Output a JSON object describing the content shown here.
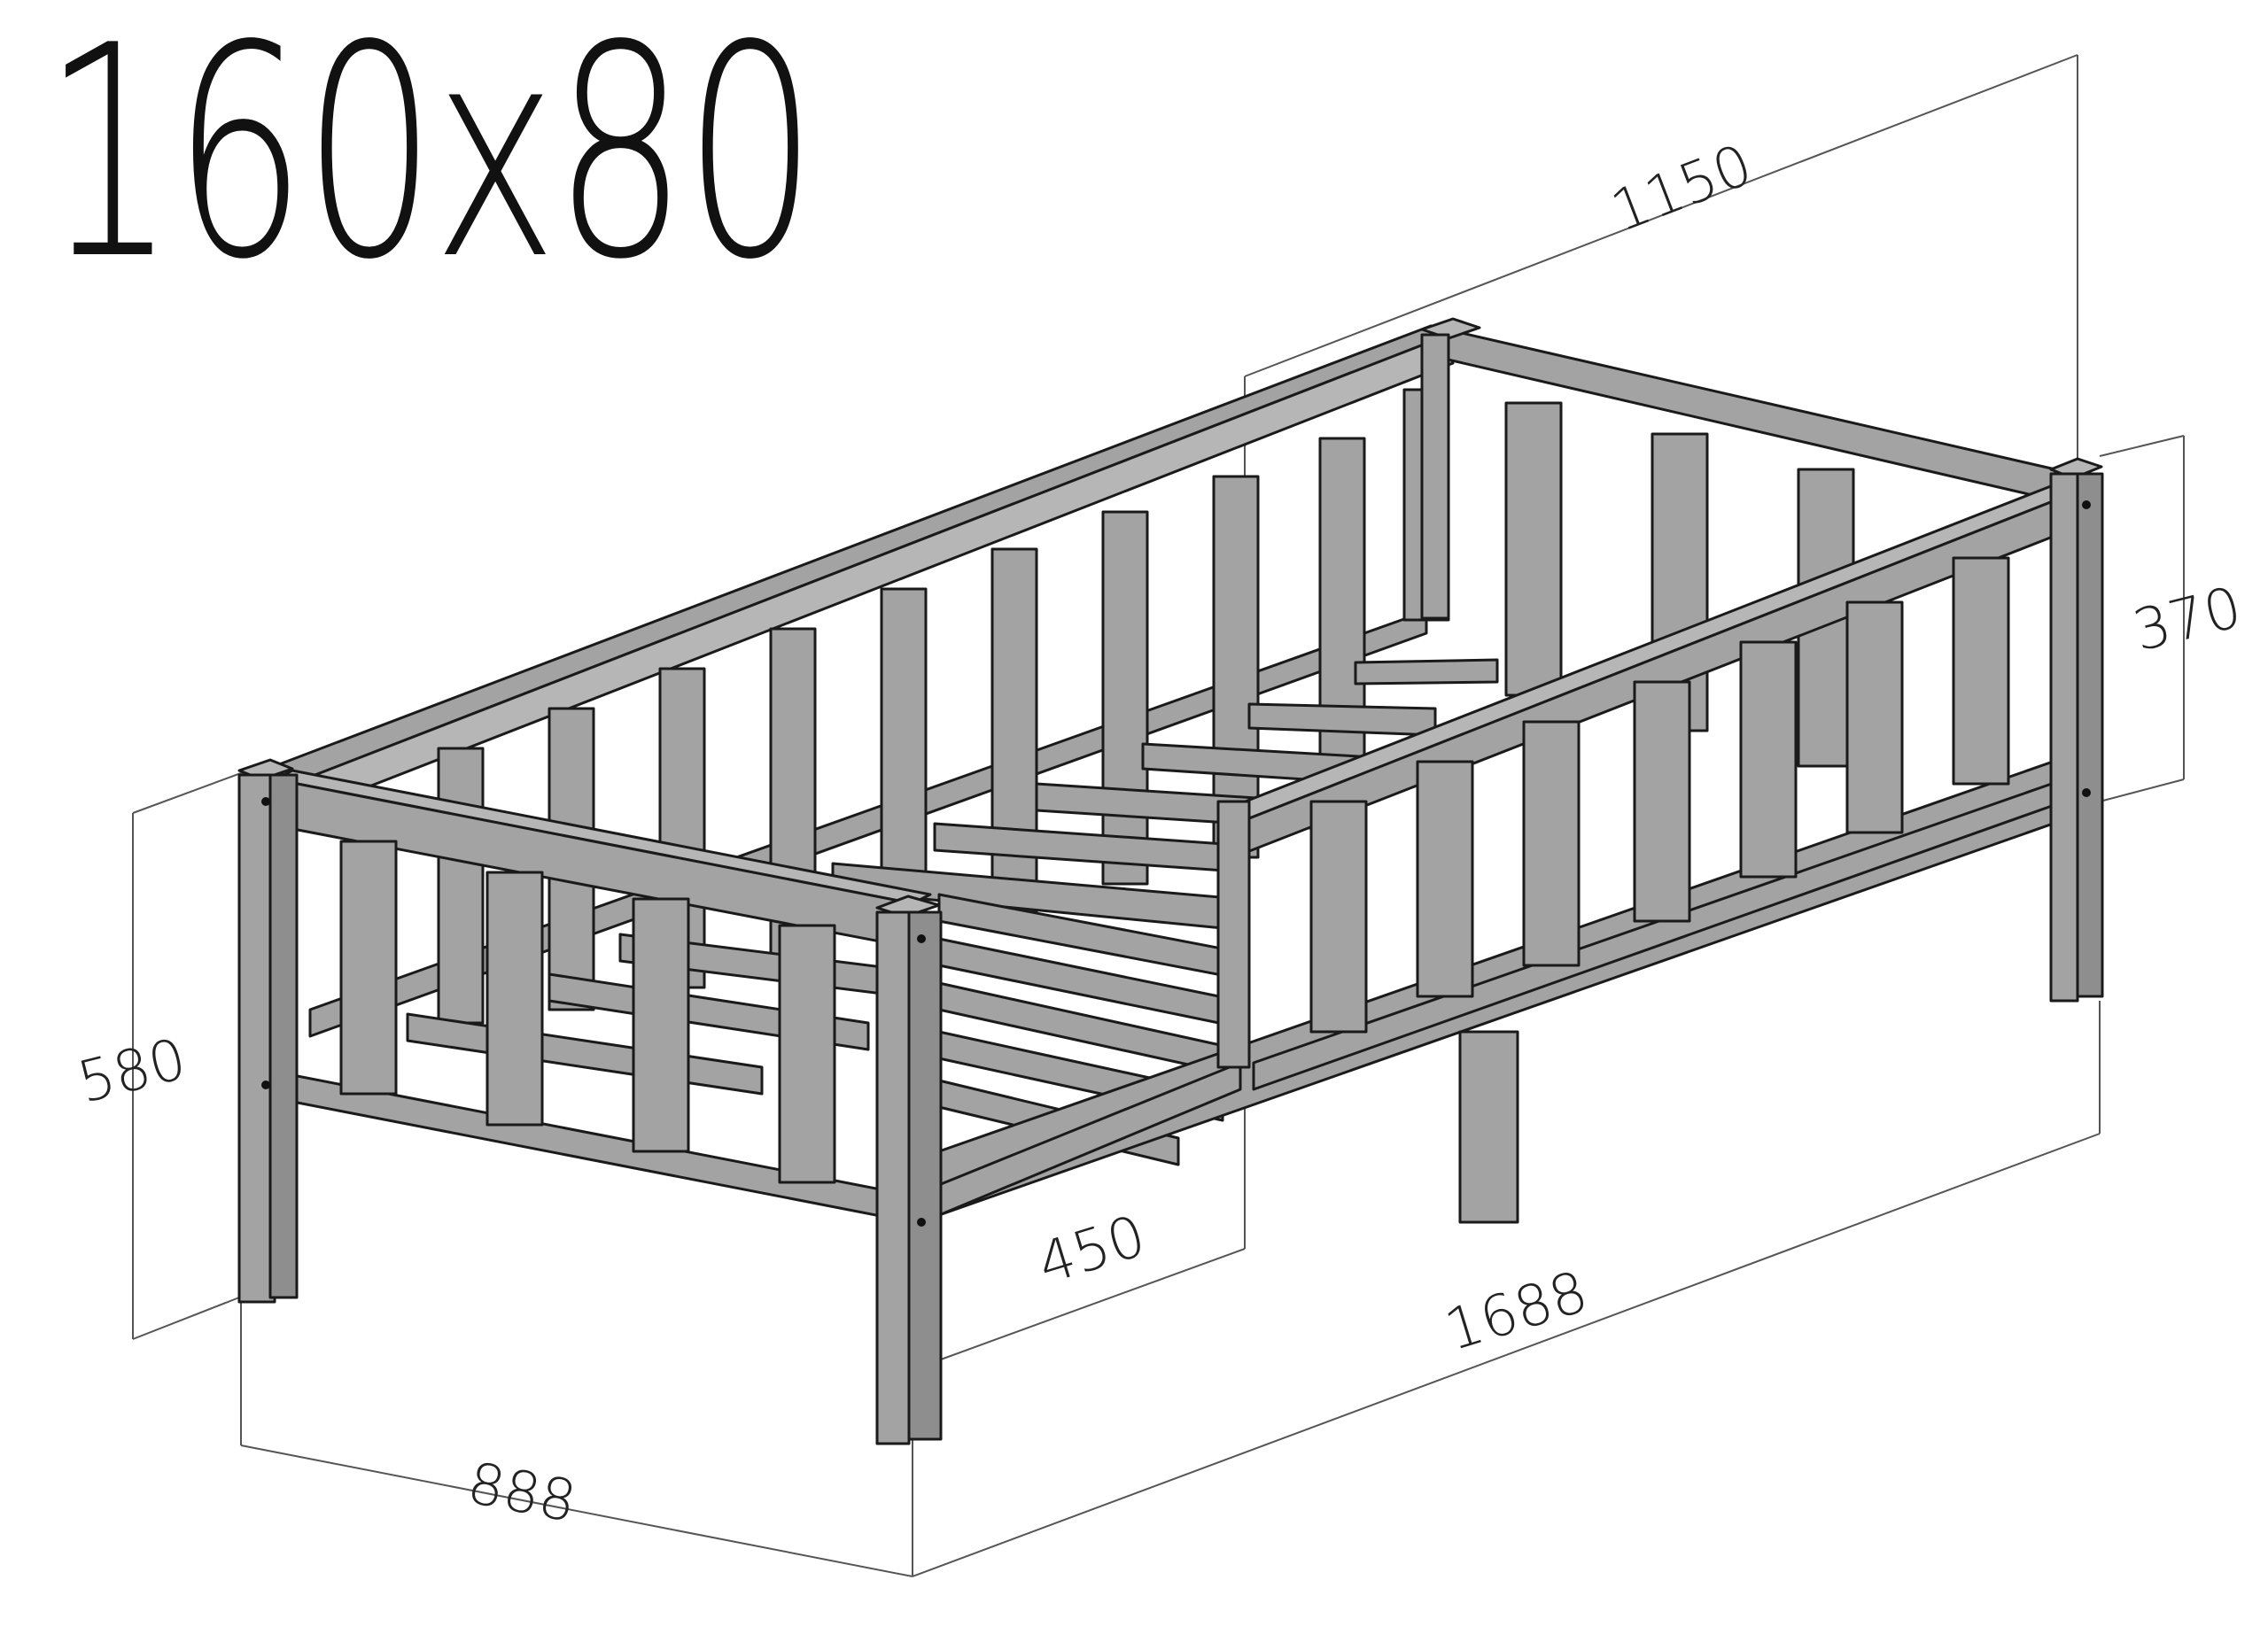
{
  "title": "160x80",
  "dimensions": {
    "length_top": "1150",
    "height_side": "370",
    "height_total": "580",
    "bottom_gap": "450",
    "length_bottom": "1688",
    "width": "888"
  },
  "colors": {
    "wood": "#a3a3a3",
    "outline": "#1a1a1a"
  }
}
